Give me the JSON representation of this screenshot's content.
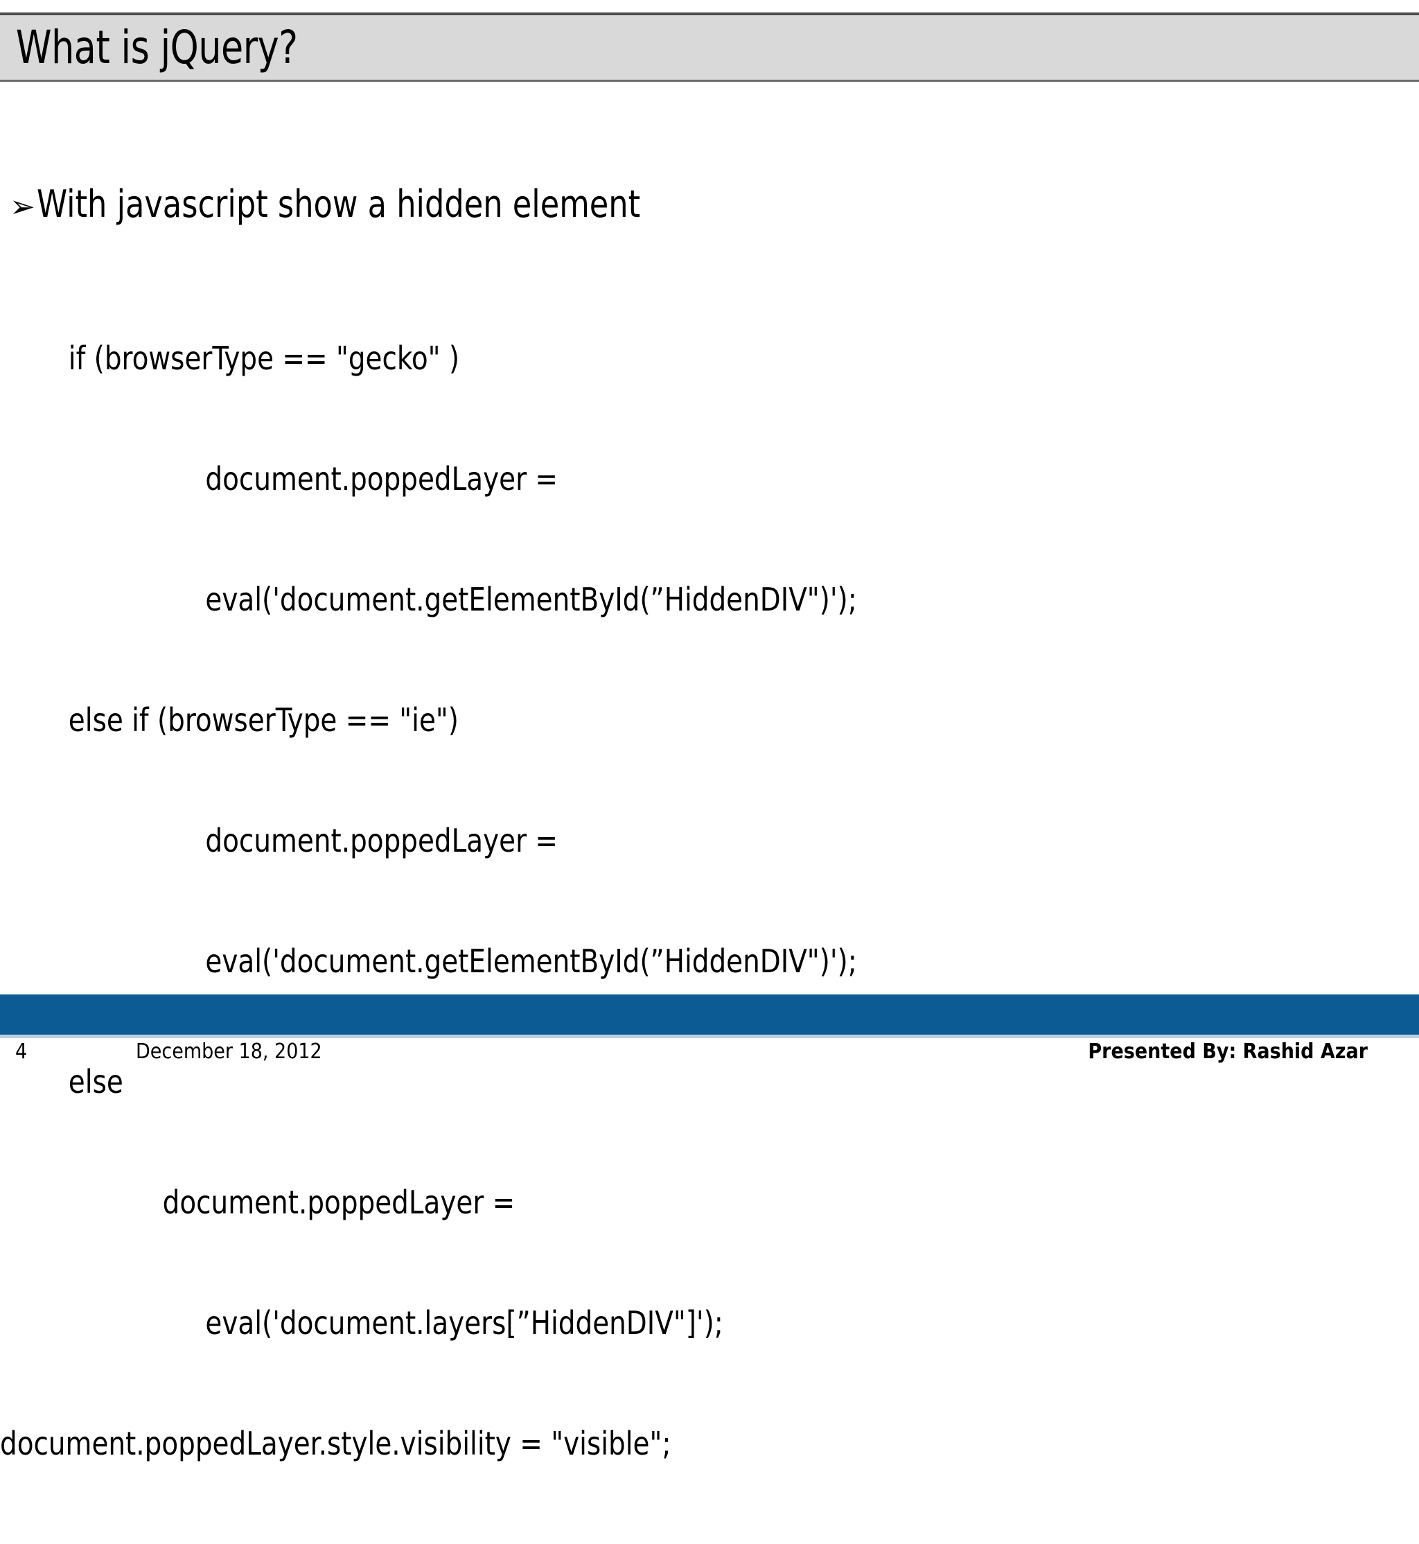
{
  "slide": {
    "title": "What is jQuery?",
    "bullet": {
      "marker": "➢",
      "text": "With javascript show a hidden element"
    },
    "code_lines": [
      "        if (browserType == \"gecko\" )",
      "                        document.poppedLayer =",
      "                        eval('document.getElementById(”HiddenDIV\")');",
      "        else if (browserType == \"ie\")",
      "                        document.poppedLayer =",
      "                        eval('document.getElementById(”HiddenDIV\")');",
      "        else",
      "                   document.poppedLayer =",
      "                        eval('document.layers[”HiddenDIV\"]');",
      "document.poppedLayer.style.visibility = \"visible\";"
    ]
  },
  "footer": {
    "page_number": "4",
    "date": "December 18, 2012",
    "presenter": "Presented By: Rashid Azar",
    "bar_color": "#0d5b94",
    "underline_color": "#b8cfe2"
  },
  "colors": {
    "title_banner_background": "#d9d9d9",
    "title_banner_border_top": "#4d4d4d",
    "title_banner_border_bottom": "#6b6b6b",
    "slide_background": "#ffffff",
    "text": "#000000"
  }
}
